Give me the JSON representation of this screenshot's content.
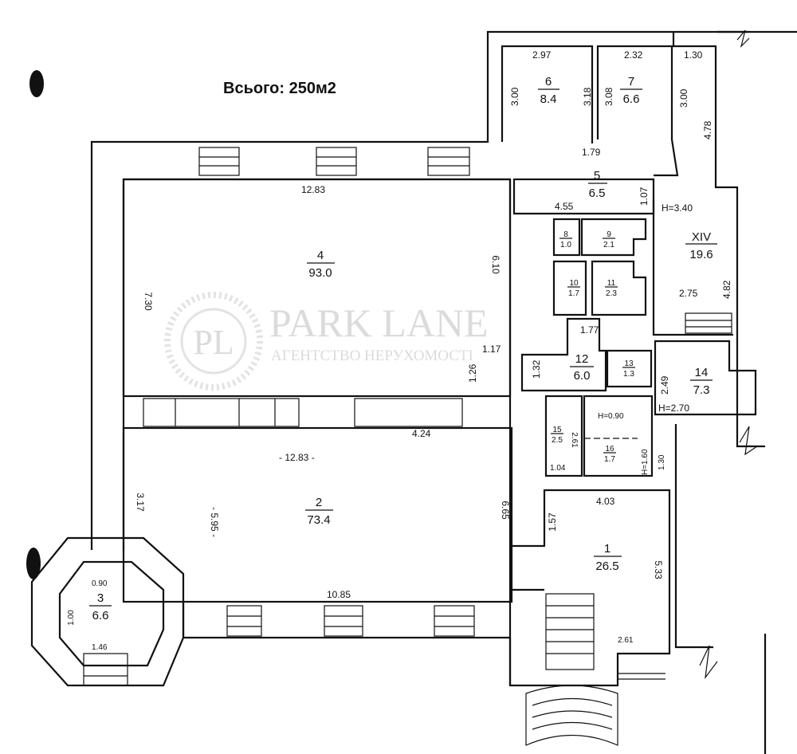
{
  "title": "Всього: 250м2",
  "watermark": {
    "brand": "PARK LANE",
    "subtitle": "АГЕНТСТВО НЕРУХОМОСТІ",
    "logo": "PL"
  },
  "rooms": {
    "r1": {
      "num": "1",
      "area": "26.5"
    },
    "r2": {
      "num": "2",
      "area": "73.4"
    },
    "r3": {
      "num": "3",
      "area": "6.6"
    },
    "r4": {
      "num": "4",
      "area": "93.0"
    },
    "r5": {
      "num": "5",
      "area": "6.5"
    },
    "r6": {
      "num": "6",
      "area": "8.4"
    },
    "r7": {
      "num": "7",
      "area": "6.6"
    },
    "r8": {
      "num": "8",
      "area": "1.0"
    },
    "r9": {
      "num": "9",
      "area": "2.1"
    },
    "r10": {
      "num": "10",
      "area": "1.7"
    },
    "r11": {
      "num": "11",
      "area": "2.3"
    },
    "r12": {
      "num": "12",
      "area": "6.0"
    },
    "r13": {
      "num": "13",
      "area": "1.3"
    },
    "r14": {
      "num": "14",
      "area": "7.3"
    },
    "r15": {
      "num": "15",
      "area": "2.5"
    },
    "r16": {
      "num": "16",
      "area": "1.7"
    },
    "rXIV": {
      "num": "XIV",
      "area": "19.6"
    }
  },
  "dims": {
    "d297": "2.97",
    "d300a": "3.00",
    "d318": "3.18",
    "d232": "2.32",
    "d308": "3.08",
    "d130a": "1.30",
    "d300b": "3.00",
    "d478": "4.78",
    "d179": "1.79",
    "d455": "4.55",
    "d107": "1.07",
    "h340": "H=3.40",
    "d1283a": "12.83",
    "d730": "7.30",
    "d610": "6.10",
    "d482": "4.82",
    "d275": "2.75",
    "d177": "1.77",
    "d117": "1.17",
    "d126": "1.26",
    "d132": "1.32",
    "d249": "2.49",
    "h270": "H=2.70",
    "h090": "H=0.90",
    "d261": "2.61",
    "d104": "1.04",
    "h160": "H=1.60",
    "d130b": "1.30",
    "d424": "4.24",
    "d1283b": "- 12.83 -",
    "d317": "3.17",
    "d595": "- 5.95 -",
    "d665": "6.65",
    "d157": "1.57",
    "d403": "4.03",
    "d533": "5.33",
    "d1085": "10.85",
    "d090": "0.90",
    "d100": "1.00",
    "d146": "1.46",
    "d261b": "2.61"
  }
}
